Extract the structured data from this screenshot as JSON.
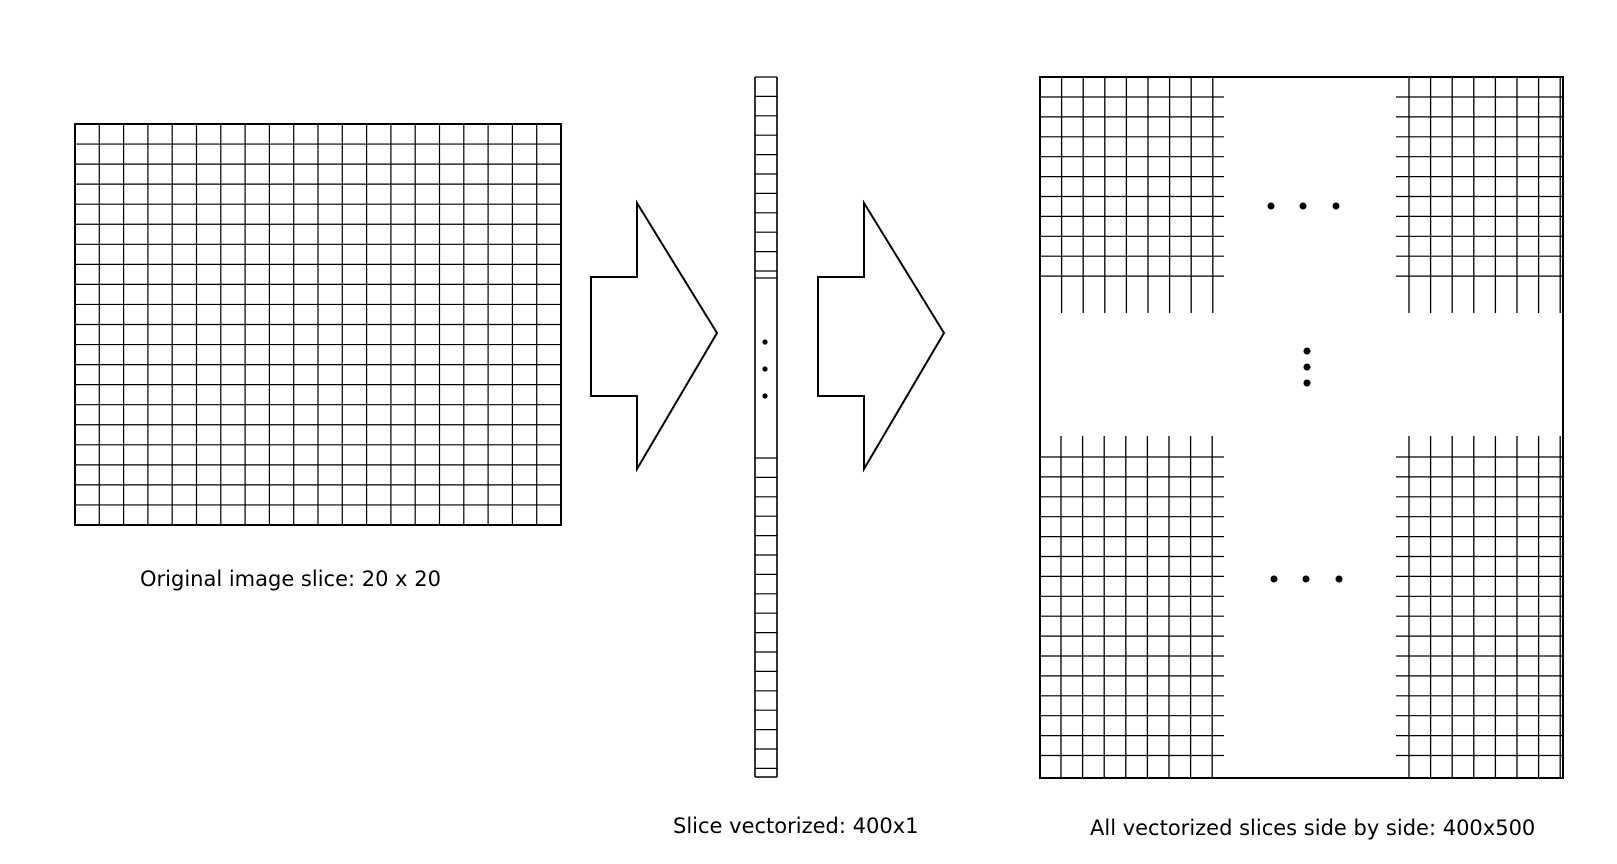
{
  "captions": {
    "original": "Original image slice: 20 x 20",
    "vectorized": "Slice vectorized: 400x1",
    "all_slices": "All vectorized slices side by side: 400x500"
  },
  "colors": {
    "stroke": "#000000",
    "background": "#ffffff"
  },
  "grid": {
    "rows": 20,
    "cols": 20
  }
}
